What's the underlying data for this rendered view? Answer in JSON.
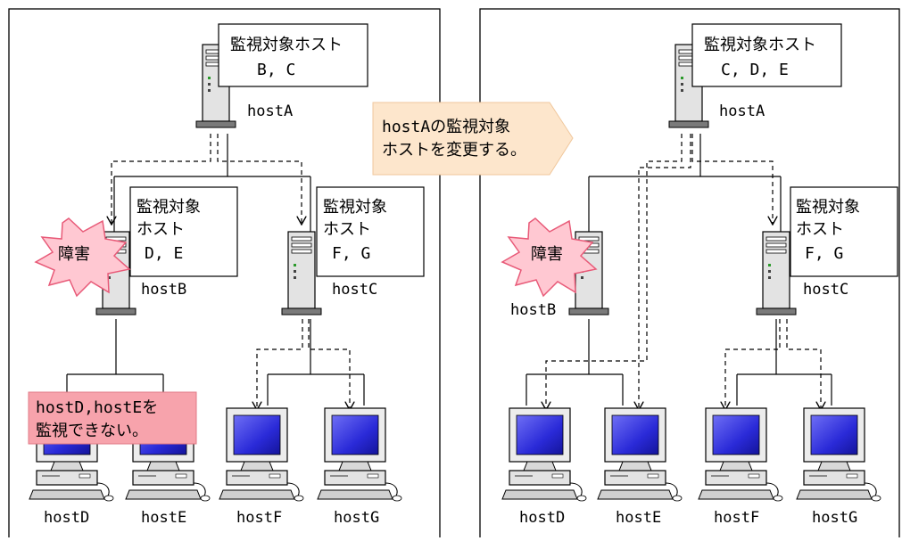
{
  "arrow_note": {
    "line1": "hostAの監視対象",
    "line2": "ホストを変更する。"
  },
  "left_panel": {
    "hostA": {
      "label": "hostA",
      "box_title": "監視対象ホスト",
      "box_hosts": "B, C"
    },
    "hostB": {
      "label": "hostB",
      "box_line1": "監視対象",
      "box_line2": "ホスト",
      "box_hosts": "D, E"
    },
    "hostC": {
      "label": "hostC",
      "box_line1": "監視対象",
      "box_line2": "ホスト",
      "box_hosts": "F, G"
    },
    "failure": "障害",
    "warning": {
      "line1": "hostD,hostEを",
      "line2": "監視できない。"
    },
    "clients": [
      "hostD",
      "hostE",
      "hostF",
      "hostG"
    ]
  },
  "right_panel": {
    "hostA": {
      "label": "hostA",
      "box_title": "監視対象ホスト",
      "box_hosts": "C, D, E"
    },
    "hostB": {
      "label": "hostB"
    },
    "hostC": {
      "label": "hostC",
      "box_line1": "監視対象",
      "box_line2": "ホスト",
      "box_hosts": "F, G"
    },
    "failure": "障害",
    "clients": [
      "hostD",
      "hostE",
      "hostF",
      "hostG"
    ]
  },
  "colors": {
    "burst_fill": "#ffc8d2",
    "burst_stroke": "#e85a78",
    "warning_fill": "#f7a3ac",
    "note_fill": "#fde6cc",
    "screen": "#2a2ad8",
    "server_body": "#e3e3e3"
  }
}
